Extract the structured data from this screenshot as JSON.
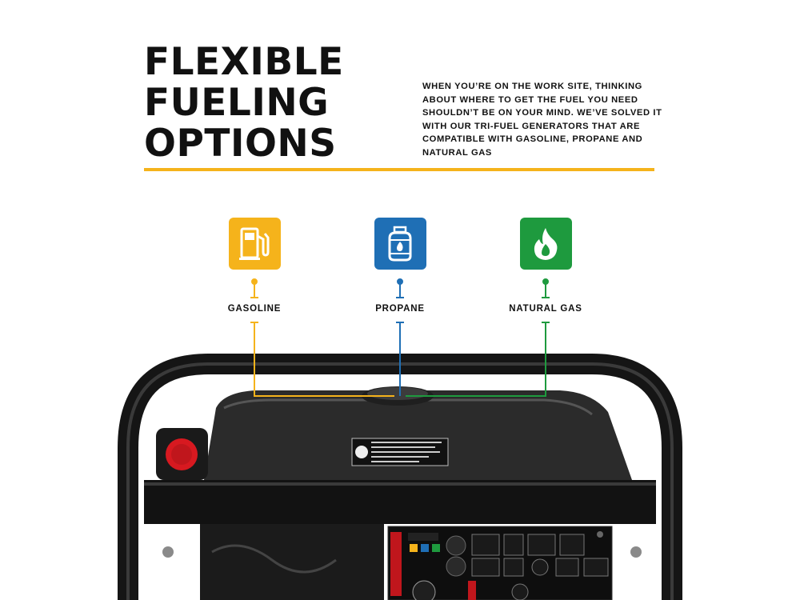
{
  "headline": {
    "lines": [
      "FLEXIBLE",
      "FUELING",
      "OPTIONS"
    ]
  },
  "description": "WHEN YOU’RE ON THE WORK SITE, THINKING ABOUT WHERE TO GET THE FUEL YOU NEED SHOULDN’T BE ON YOUR MIND. WE’VE SOLVED IT WITH OUR TRI-FUEL GENERATORS THAT ARE COMPATIBLE WITH GASOLINE, PROPANE AND NATURAL GAS",
  "accent_color": "#F5B31B",
  "fuels": [
    {
      "label": "GASOLINE",
      "icon": "fuel-pump-icon",
      "color": "#F5B31B"
    },
    {
      "label": "PROPANE",
      "icon": "propane-tank-icon",
      "color": "#1F6FB5"
    },
    {
      "label": "NATURAL GAS",
      "icon": "flame-icon",
      "color": "#1E9A3E"
    }
  ]
}
